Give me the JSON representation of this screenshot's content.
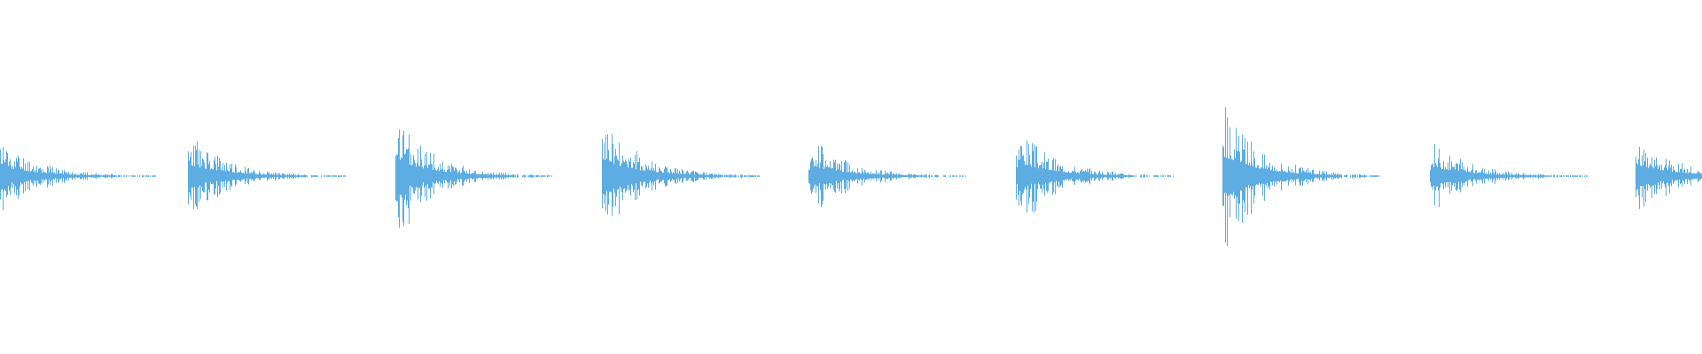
{
  "chart_data": {
    "type": "area",
    "description_kind": "audio-waveform",
    "color": "#5dade2",
    "background": "#ffffff",
    "axes_visible": false,
    "grid": false,
    "y_range": [
      -1,
      1
    ],
    "bursts": [
      {
        "peak": 0.24,
        "seed": 11
      },
      {
        "peak": 0.26,
        "seed": 23
      },
      {
        "peak": 0.36,
        "seed": 37
      },
      {
        "peak": 0.36,
        "seed": 41
      },
      {
        "peak": 0.24,
        "seed": 53
      },
      {
        "peak": 0.32,
        "seed": 67
      },
      {
        "peak": 0.45,
        "seed": 79
      },
      {
        "peak": 0.22,
        "seed": 83
      },
      {
        "peak": 0.26,
        "seed": 97
      }
    ]
  }
}
